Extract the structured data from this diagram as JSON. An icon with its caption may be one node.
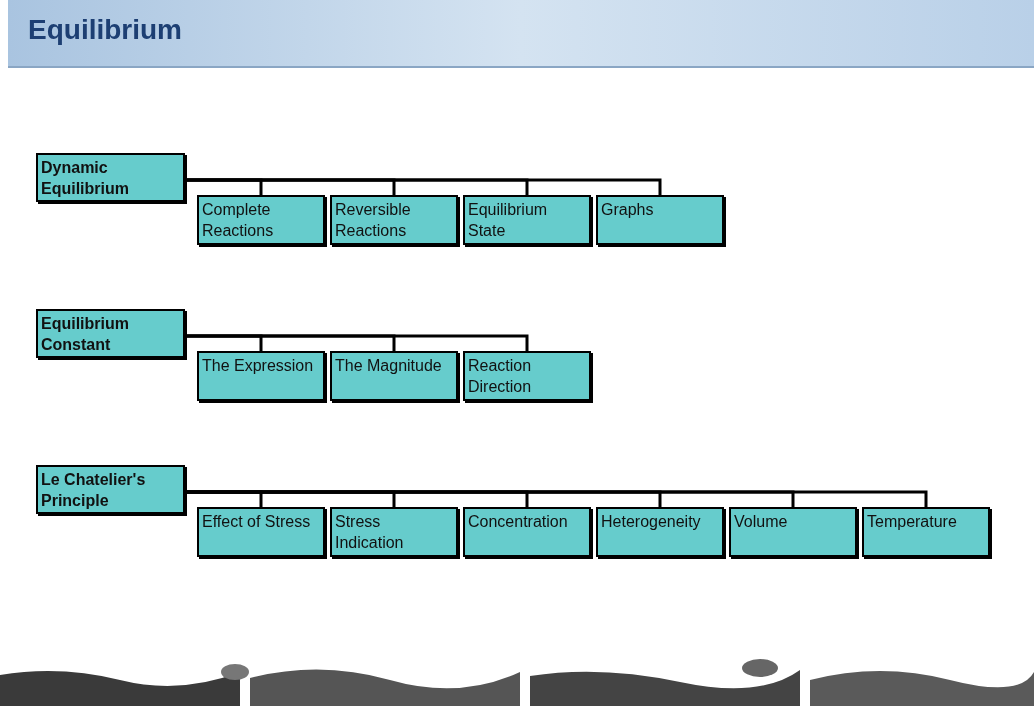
{
  "diagram": {
    "title": "Equilibrium",
    "nodes": [
      {
        "text": [
          "Dynamic Equilibrium"
        ]
      },
      {
        "text": [
          "Complete Reactions"
        ]
      },
      {
        "text": [
          "Reversible Reactions"
        ]
      },
      {
        "text": [
          "Equilibrium State"
        ]
      },
      {
        "text": [
          "Graphs"
        ]
      },
      {
        "text": [
          "Equilibrium Constant"
        ]
      },
      {
        "text": [
          "The Expression"
        ]
      },
      {
        "text": [
          "The Magnitude"
        ]
      },
      {
        "text": [
          "Reaction Direction"
        ]
      },
      {
        "text": [
          "Le Chatelier's Principle"
        ]
      },
      {
        "text": [
          "Effect of Stress"
        ]
      },
      {
        "text": [
          "Stress Indication"
        ]
      },
      {
        "text": [
          "Concentration"
        ]
      },
      {
        "text": [
          "Heterogeneity"
        ]
      },
      {
        "text": [
          "Volume"
        ]
      },
      {
        "text": [
          "Temperature"
        ]
      }
    ],
    "edges": [
      {
        "from": 0,
        "to": 1,
        "arrow": "none"
      },
      {
        "from": 0,
        "to": 2,
        "arrow": "none"
      },
      {
        "from": 0,
        "to": 3,
        "arrow": "none"
      },
      {
        "from": 0,
        "to": 4,
        "arrow": "none"
      },
      {
        "from": 5,
        "to": 6,
        "arrow": "none"
      },
      {
        "from": 5,
        "to": 7,
        "arrow": "none"
      },
      {
        "from": 5,
        "to": 8,
        "arrow": "none"
      },
      {
        "from": 9,
        "to": 10,
        "arrow": "none"
      },
      {
        "from": 9,
        "to": 11,
        "arrow": "none"
      },
      {
        "from": 9,
        "to": 12,
        "arrow": "none"
      },
      {
        "from": 9,
        "to": 13,
        "arrow": "none"
      },
      {
        "from": 9,
        "to": 14,
        "arrow": "none"
      },
      {
        "from": 9,
        "to": 15,
        "arrow": "none"
      }
    ]
  }
}
